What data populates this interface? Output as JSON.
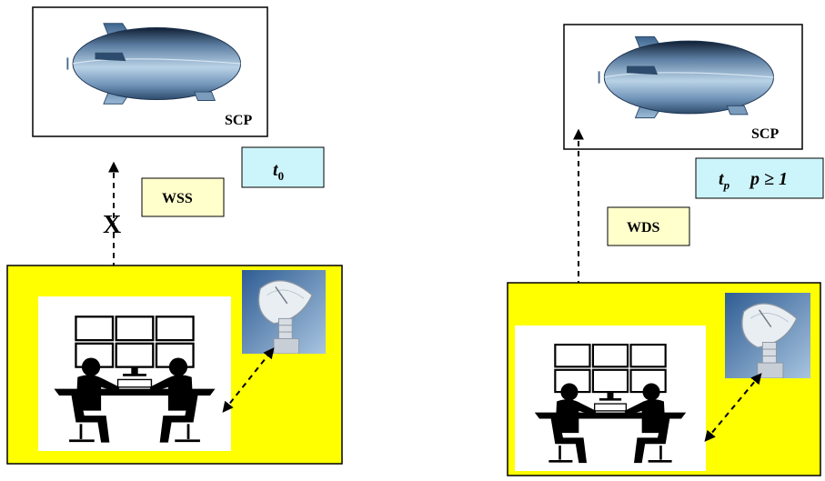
{
  "left_panel": {
    "platform_label": "SCP",
    "time_label": "t",
    "time_subscript": "0",
    "link_label": "WSS",
    "blocked_mark": "X"
  },
  "right_panel": {
    "platform_label": "SCP",
    "time_label": "t",
    "time_subscript": "p",
    "time_condition": "p ≥ 1",
    "link_label": "WDS"
  },
  "colors": {
    "station_fill": "#ffff00",
    "time_box_fill": "#ccf5fb",
    "link_box_fill": "#ffffcc",
    "airship_body": "#7fa7c8",
    "dish_sky": "#5a85b6",
    "ink": "#000000"
  },
  "icons": [
    "airship-icon",
    "control-room-icon",
    "satellite-dish-icon"
  ]
}
